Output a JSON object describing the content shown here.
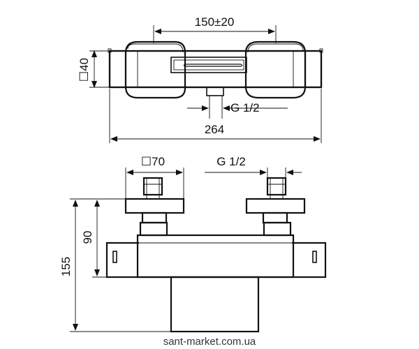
{
  "top_view": {
    "handle_spacing_label": "150±20",
    "depth_label": "☐40",
    "inlet_thread_label": "G 1/2",
    "overall_width_label": "264"
  },
  "front_view": {
    "handle_square_label": "☐70",
    "inlet_thread_label": "G 1/2",
    "handle_height_label": "90",
    "overall_height_label": "155"
  },
  "watermark": "sant-market.com.ua"
}
